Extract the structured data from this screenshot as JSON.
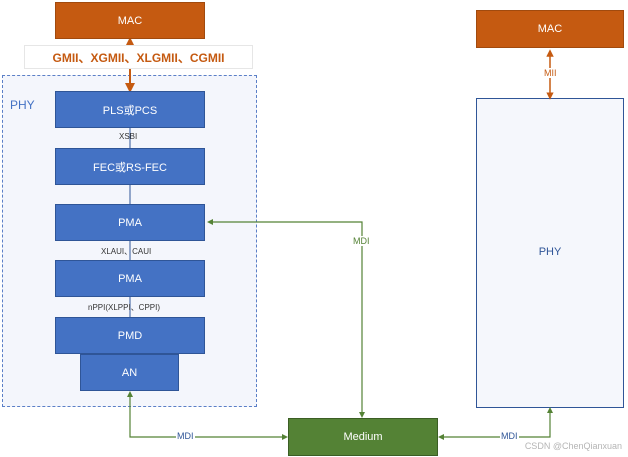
{
  "left": {
    "mac": "MAC",
    "interfaces": "GMII、XGMII、XLGMII、CGMII",
    "phy_label": "PHY",
    "blocks": [
      "PLS或PCS",
      "FEC或RS-FEC",
      "PMA",
      "PMA",
      "PMD",
      "AN"
    ],
    "labels": [
      "XSBI",
      "XLAUI、CAUI",
      "nPPI(XLPPI、CPPI)"
    ]
  },
  "right": {
    "mac": "MAC",
    "mii": "MII",
    "phy": "PHY"
  },
  "medium": "Medium",
  "mdi_labels": [
    "MDI",
    "MDI",
    "MDI"
  ],
  "watermark": "CSDN @ChenQianxuan",
  "colors": {
    "mac": "#c55a11",
    "sublayer": "#4472c4",
    "medium": "#548235",
    "phy_border": "#2f5597"
  }
}
